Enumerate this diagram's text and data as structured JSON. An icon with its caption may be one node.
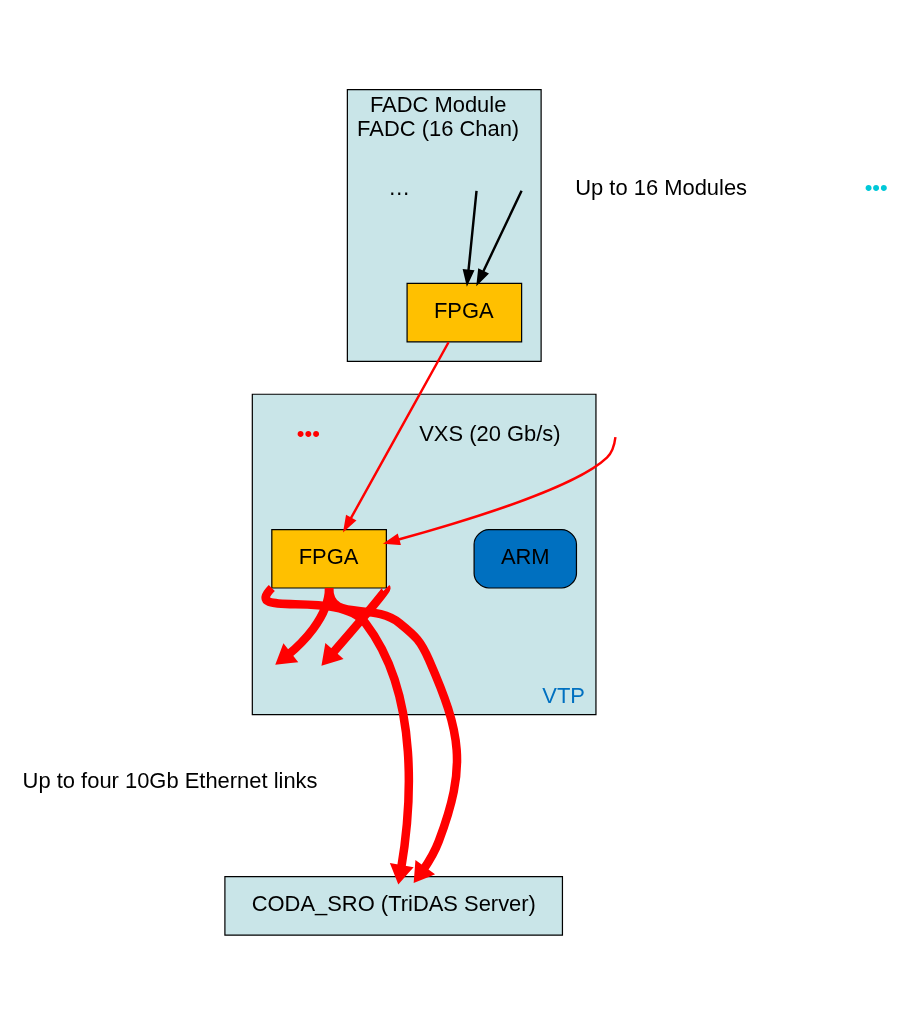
{
  "diagram": {
    "nodes": [
      {
        "text": [
          "FADC Module",
          "FADC (16 Chan)"
        ]
      },
      {
        "text": [
          "FPGA"
        ],
        "in": 0
      },
      {
        "text": [
          "VTP"
        ]
      },
      {
        "text": [
          "FPGA"
        ],
        "in": 2
      },
      {
        "text": [
          "ARM"
        ],
        "in": 2
      },
      {
        "text": [
          "CODA_SRO (TriDAS Server)"
        ]
      }
    ],
    "edges": [
      {
        "from": null,
        "to": 1,
        "arrow": "to",
        "color": "#000000"
      },
      {
        "from": null,
        "to": 1,
        "arrow": "to",
        "color": "#000000"
      },
      {
        "from": 1,
        "to": 3,
        "arrow": "to",
        "label": "VXS (20 Gb/s)"
      },
      {
        "from": null,
        "to": 3,
        "arrow": "to"
      },
      {
        "from": 3,
        "to": 5,
        "arrow": "to",
        "style": "thick"
      },
      {
        "from": 3,
        "to": 5,
        "arrow": "to",
        "style": "thick"
      },
      {
        "from": 3,
        "to": null,
        "arrow": "to",
        "style": "thick"
      },
      {
        "from": 3,
        "to": null,
        "arrow": "to",
        "style": "thick"
      }
    ],
    "labels": [
      "…",
      "Up to 16 Modules",
      "•••",
      "•••",
      "Up to four 10Gb Ethernet links"
    ]
  }
}
